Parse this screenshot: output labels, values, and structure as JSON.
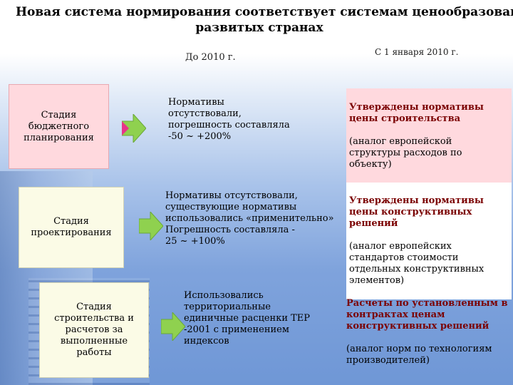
{
  "title": {
    "line1": "Новая система нормирования соответствует системам ценообразован",
    "line2": "развитых странах"
  },
  "headers": {
    "before": "До 2010 г.",
    "after": "С 1 января 2010 г."
  },
  "stages": [
    {
      "label": "Стадия\nбюджетного\nпланирования"
    },
    {
      "label": "Стадия\nпроектирования"
    },
    {
      "label": "Стадия\nстроительства и\nрасчетов за\nвыполненные\nработы"
    }
  ],
  "before_texts": [
    "Нормативы\nотсутствовали,\nпогрешность составляла\n-50  ~ +200%",
    "Нормативы отсутствовали,\nсуществующие нормативы\nиспользовались «применительно»\nПогрешность составляла       -\n25 ~ +100%",
    "Использовались\nтерриториальные\nединичные расценки ТЕР\n-2001 с применением\nиндексов"
  ],
  "after_texts": [
    {
      "bold": "Утверждены нормативы\nцены строительства",
      "normal": "(аналог европейской\nструктуры расходов по\nобъекту)"
    },
    {
      "bold": "Утверждены нормативы\nцены конструктивных\nрешений",
      "normal": "(аналог европейских\nстандартов стоимости\nотдельных конструктивных\nэлементов)"
    },
    {
      "bold": "Расчеты по установленным в\nконтрактах ценам\nконструктивных решений",
      "normal": "(аналог норм по технологиям\nпроизводителей)"
    }
  ],
  "colors": {
    "arrow_fill": "#8fd14f",
    "arrow_accent": "#e8358a",
    "after_bold": "#7a0000"
  }
}
